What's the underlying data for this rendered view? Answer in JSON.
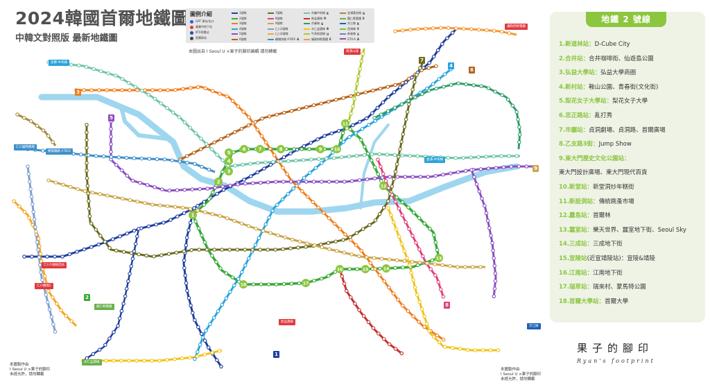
{
  "title": {
    "main": "2024韓國首爾地鐵圖",
    "sub": "中韓文對照版 最新地鐵圖"
  },
  "legend": {
    "title": "圖例介紹",
    "symbols": [
      {
        "label": "GRT 車站/出口",
        "color": "#3b5bd6"
      },
      {
        "label": "營業中地下站",
        "color": "#e0393e"
      },
      {
        "label": "KTX停靠站",
        "color": "#1f4fa8"
      },
      {
        "label": "首爾車站",
        "color": "#444444"
      }
    ],
    "lines": [
      {
        "label": "1號線",
        "color": "#1f3f9e",
        "tag": ""
      },
      {
        "label": "2號線",
        "color": "#3aa93a",
        "tag": ""
      },
      {
        "label": "3號線",
        "color": "#f07d1a",
        "tag": ""
      },
      {
        "label": "4號線",
        "color": "#2aa4dc",
        "tag": ""
      },
      {
        "label": "5號線",
        "color": "#8b4fc0",
        "tag": ""
      },
      {
        "label": "6號線",
        "color": "#b5651d",
        "tag": ""
      },
      {
        "label": "7號線",
        "color": "#6b6b1f",
        "tag": ""
      },
      {
        "label": "8號線",
        "color": "#e0407a",
        "tag": ""
      },
      {
        "label": "9號線",
        "color": "#c9a64a",
        "tag": ""
      },
      {
        "label": "仁川1號線",
        "color": "#7f9fd0",
        "tag": ""
      },
      {
        "label": "仁川2號線",
        "color": "#f5a623",
        "tag": ""
      },
      {
        "label": "機場快線 A'REX",
        "color": "#3f8fc9",
        "tag": "A"
      },
      {
        "label": "京義中央線",
        "color": "#6fc4a9",
        "tag": "K"
      },
      {
        "label": "新盆唐線",
        "color": "#c4322e",
        "tag": "D"
      },
      {
        "label": "京春線",
        "color": "#2e9d6a",
        "tag": "G"
      },
      {
        "label": "水仁盆唐線",
        "color": "#f0c419",
        "tag": "B"
      },
      {
        "label": "牛耳新設線",
        "color": "#b0c932",
        "tag": "U"
      },
      {
        "label": "議政府輕電鐵",
        "color": "#f29c38",
        "tag": "E"
      },
      {
        "label": "金浦黃金線",
        "color": "#a68b3d",
        "tag": "G"
      },
      {
        "label": "龍仁輕電鐵",
        "color": "#6ab04c",
        "tag": "E"
      },
      {
        "label": "京江線",
        "color": "#2060b8",
        "tag": "K"
      },
      {
        "label": "西海線",
        "color": "#7fbf3f",
        "tag": "S"
      },
      {
        "label": "新林線",
        "color": "#6d7fcc",
        "tag": "S"
      },
      {
        "label": "GTX-A",
        "color": "#9a4f8a",
        "tag": "A"
      }
    ]
  },
  "credit_note": "本圖出自 I Seoul U ×果子的腳印編輯 請勿轉載",
  "panel": {
    "header": "地鐵 2 號線",
    "stations": [
      {
        "num": "1.新道林站：",
        "desc": "D-Cube City"
      },
      {
        "num": "2.合井站：",
        "desc": "合井咖啡街、仙遊島公園"
      },
      {
        "num": "3.弘益大學站：",
        "desc": "弘益大學商圈"
      },
      {
        "num": "4.新村站：",
        "desc": "鞍山公園、青春街(文化街)"
      },
      {
        "num": "5.梨花女子大學站：",
        "desc": "梨花女子大學"
      },
      {
        "num": "6.忠正路站：",
        "desc": "亂打秀"
      },
      {
        "num": "7.市廳站：",
        "desc": "貞洞劇場、貞洞路、首爾廣場"
      },
      {
        "num": "8.乙支路3街：",
        "desc": "Jump Show"
      },
      {
        "num": "9.東大門歷史文化公園站：",
        "desc": ""
      },
      {
        "num": "",
        "desc": "東大門設計廣場、東大門現代百貨"
      },
      {
        "num": "10.新堂站：",
        "desc": "新堂洞炒年糕街"
      },
      {
        "num": "11.新設洞站：",
        "desc": "傳統跳蚤市場"
      },
      {
        "num": "12.纛島站：",
        "desc": "首爾林"
      },
      {
        "num": "13.蠶室站：",
        "desc": "樂天世界、蠶室地下街、Seoul Sky"
      },
      {
        "num": "14.三成站：",
        "desc": "三成地下街"
      },
      {
        "num": "15.宣陵站",
        "desc": "(近宣靖陵站)：宣陵&靖陵"
      },
      {
        "num": "16.江南站：",
        "desc": "江南地下街"
      },
      {
        "num": "17.瑞草站：",
        "desc": "瑞來村、蒙馬特公園"
      },
      {
        "num": "18.首爾大學站：",
        "desc": "首爾大學"
      }
    ]
  },
  "brand": {
    "name": "果子的腳印",
    "tagline": "Ryan's footprint"
  },
  "bottom_left_credit": [
    "本圖製作由",
    "I Seoul U ×果子的腳印",
    "未經允許，請勿轉載"
  ],
  "bottom_right_credit": [
    "本圖製作由",
    "I Seoul U ×果子的腳印",
    "未經允許，請勿轉載"
  ],
  "map": {
    "line2_markers": [
      "1",
      "2",
      "3",
      "4",
      "5",
      "6",
      "7",
      "8",
      "9",
      "10",
      "11",
      "12",
      "13",
      "14",
      "15",
      "16",
      "17",
      "18"
    ],
    "line_numbers": [
      "1",
      "2",
      "3",
      "4",
      "5",
      "6",
      "7",
      "8",
      "9"
    ],
    "tags": [
      "議政府輕電鐵",
      "首爾-中央線",
      "金浦-中央線",
      "仁川國際機場",
      "機場鐵路 A'REX",
      "仁川機場2",
      "仁川1號線首站",
      "新盆唐線",
      "龍仁輕電鐵",
      "水仁盆唐線",
      "京江線",
      "南漢山城"
    ]
  },
  "colors": {
    "line1": "#1f3f9e",
    "line2": "#3aa93a",
    "line3": "#f07d1a",
    "line4": "#2aa4dc",
    "line5": "#8b4fc0",
    "line6": "#b5651d",
    "line7": "#6b6b1f",
    "line8": "#e0407a",
    "line9": "#c9a64a",
    "river": "#9fd6ef",
    "marker": "#8cc63f",
    "panel": "#eef3e6"
  }
}
